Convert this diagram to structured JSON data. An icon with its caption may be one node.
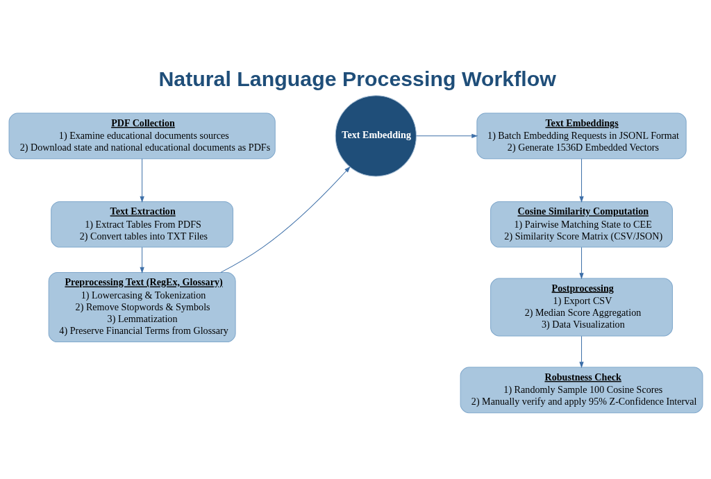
{
  "diagram": {
    "title": "Natural Language Processing Workflow",
    "nodes": [
      {
        "text": [
          "PDF Collection",
          "1) Examine educational documents sources",
          "2) Download state and national educational documents as PDFs"
        ]
      },
      {
        "text": [
          "Text Extraction",
          "1) Extract Tables From PDFS",
          "2) Convert tables into TXT Files"
        ]
      },
      {
        "text": [
          "Preprocessing Text (RegEx, Glossary)",
          "1) Lowercasing & Tokenization",
          "2) Remove Stopwords & Symbols",
          "3) Lemmatization",
          "4) Preserve Financial Terms from Glossary"
        ]
      },
      {
        "text": [
          "Text Embedding"
        ]
      },
      {
        "text": [
          "Text Embeddings",
          "1) Batch Embedding Requests in JSONL Format",
          "2) Generate 1536D Embedded Vectors"
        ]
      },
      {
        "text": [
          "Cosine Similarity Computation",
          "1) Pairwise Matching State to CEE",
          "2) Similarity Score Matrix (CSV/JSON)"
        ]
      },
      {
        "text": [
          "Postprocessing",
          "1) Export CSV",
          "2) Median Score Aggregation",
          "3) Data Visualization"
        ]
      },
      {
        "text": [
          "Robustness Check",
          "1) Randomly Sample 100 Cosine Scores",
          "2) Manually verify and apply 95% Z-Confidence Interval"
        ]
      }
    ],
    "edges": [
      {
        "from": 0,
        "to": 1,
        "arrow": "to"
      },
      {
        "from": 1,
        "to": 2,
        "arrow": "to"
      },
      {
        "from": 2,
        "to": 3,
        "arrow": "to"
      },
      {
        "from": 3,
        "to": 4,
        "arrow": "to"
      },
      {
        "from": 4,
        "to": 5,
        "arrow": "to"
      },
      {
        "from": 5,
        "to": 6,
        "arrow": "to"
      },
      {
        "from": 6,
        "to": 7,
        "arrow": "to"
      }
    ]
  }
}
